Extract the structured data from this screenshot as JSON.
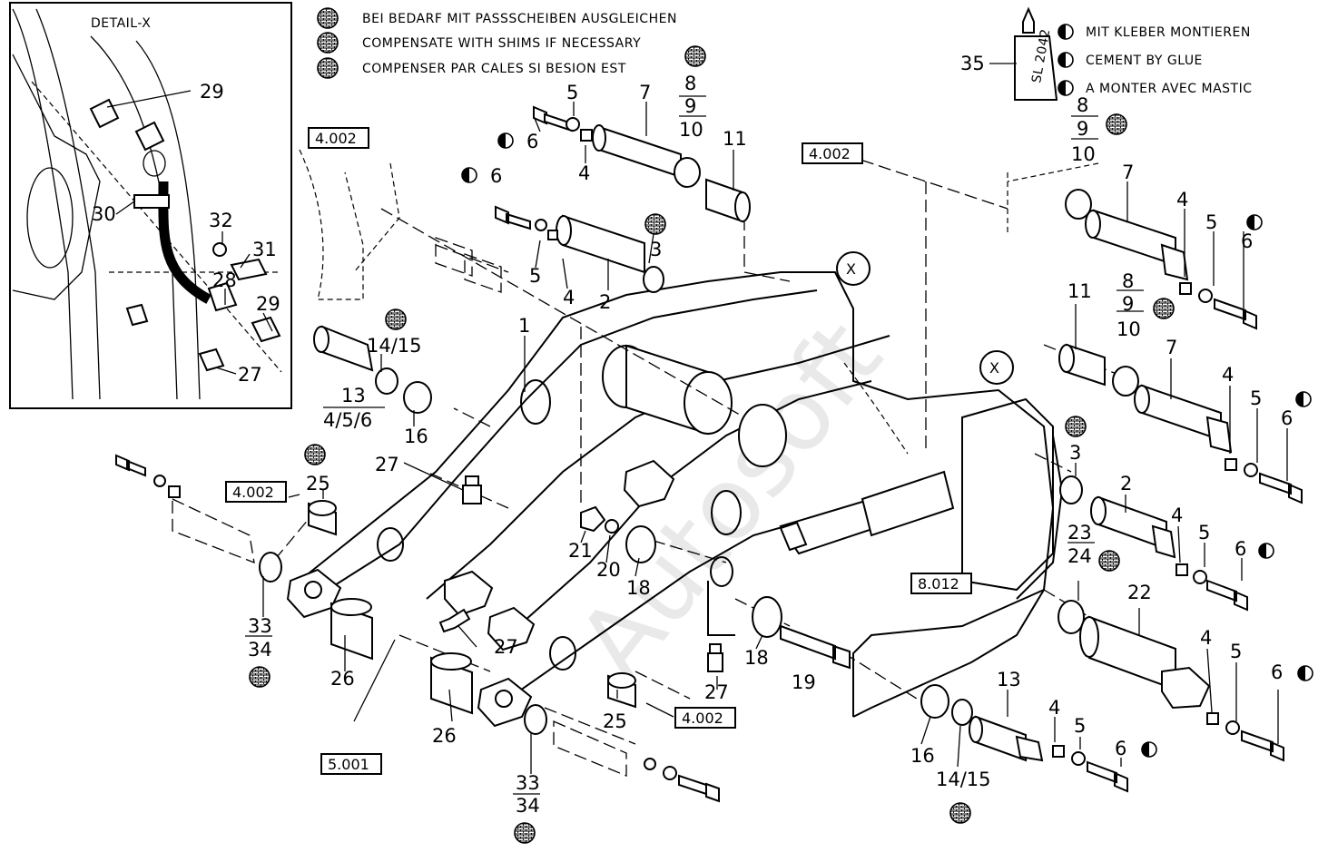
{
  "detail_title": "DETAIL-X",
  "legend_shims": [
    "BEI BEDARF MIT PASSSCHEIBEN AUSGLEICHEN",
    "COMPENSATE WITH SHIMS IF NECESSARY",
    "COMPENSER PAR CALES SI BESION EST"
  ],
  "legend_glue": [
    "MIT KLEBER MONTIEREN",
    "CEMENT BY GLUE",
    "A MONTER AVEC MASTIC"
  ],
  "tube_label": "SL 2042",
  "view_marker": "X",
  "watermark": "Autosoft",
  "refs": {
    "r1": "4.002",
    "r2": "4.002",
    "r3": "4.002",
    "r4": "4.002",
    "r5": "8.012",
    "r6": "5.001"
  },
  "callouts": {
    "d29a": "29",
    "d30": "30",
    "d32": "32",
    "d31": "31",
    "d28": "28",
    "d29b": "29",
    "d27": "27",
    "c35": "35",
    "c5a": "5",
    "c7a": "7",
    "c8a": "8",
    "c9a": "9",
    "c10a": "10",
    "c11a": "11",
    "c6a": "6",
    "c4a": "4",
    "c6b": "6",
    "c3a": "3",
    "c5b": "5",
    "c4b": "4",
    "c2a": "2",
    "c1": "1",
    "c1415a": "14/15",
    "c13a": "13",
    "c456": "4/5/6",
    "c16a": "16",
    "c27a": "27",
    "c25a": "25",
    "c21": "21",
    "c20": "20",
    "c18a": "18",
    "c3334a_top": "33",
    "c3334a_bot": "34",
    "c26a": "26",
    "c27b": "27",
    "c26b": "26",
    "c25b": "25",
    "c3334b_top": "33",
    "c3334b_bot": "34",
    "c18b": "18",
    "c19": "19",
    "c27c": "27",
    "c8b": "8",
    "c9b": "9",
    "c10b": "10",
    "c7b": "7",
    "c4c": "4",
    "c5c": "5",
    "c6c": "6",
    "c11b": "11",
    "c8c": "8",
    "c9c": "9",
    "c10c": "10",
    "c7c": "7",
    "c4d": "4",
    "c5d": "5",
    "c6d": "6",
    "c3b": "3",
    "c2b": "2",
    "c4e": "4",
    "c5e": "5",
    "c6e": "6",
    "c23": "23",
    "c24": "24",
    "c22": "22",
    "c4f": "4",
    "c5f": "5",
    "c6f": "6",
    "c13b": "13",
    "c4g": "4",
    "c5g": "5",
    "c6g": "6",
    "c16b": "16",
    "c1415b": "14/15"
  }
}
